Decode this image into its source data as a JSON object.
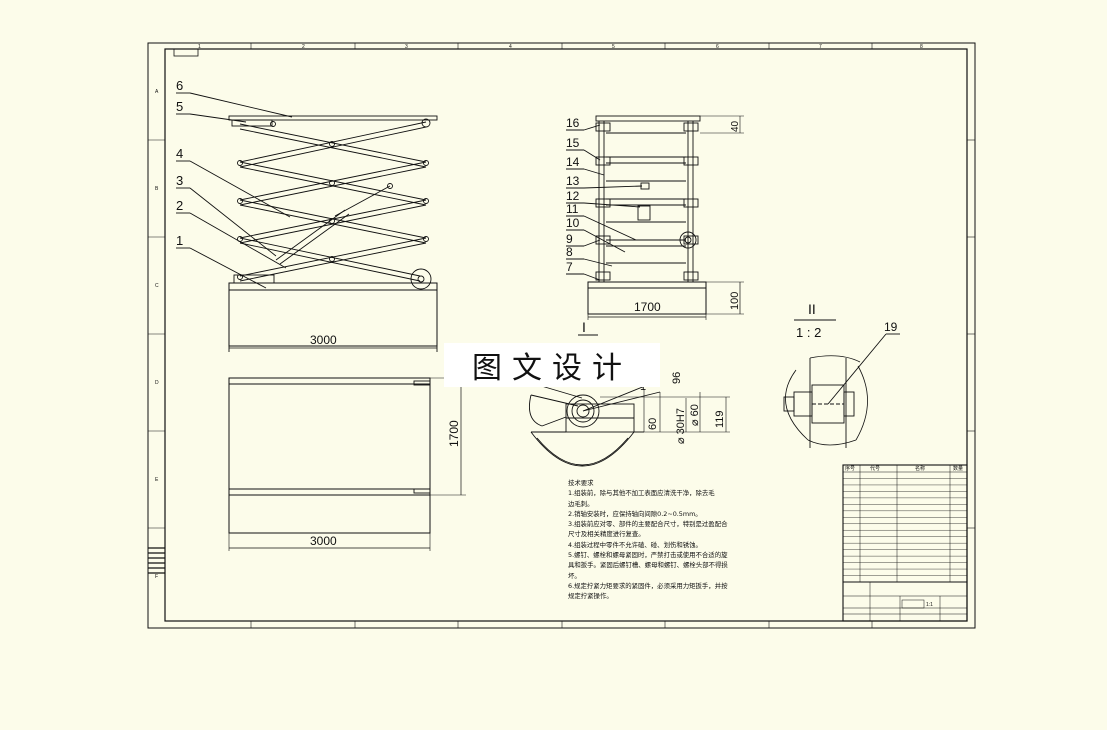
{
  "side_view": {
    "part_numbers": [
      "6",
      "5",
      "4",
      "3",
      "2",
      "1"
    ],
    "length_dimension": "3000"
  },
  "top_view": {
    "width_dimension": "1700",
    "length_dimension": "3000"
  },
  "end_view": {
    "part_numbers": [
      "16",
      "15",
      "14",
      "13",
      "12",
      "11",
      "10",
      "9",
      "8",
      "7"
    ],
    "width_dimension": "1700",
    "base_height_dimension": "100",
    "top_height_dimension": "40"
  },
  "detail_I": {
    "title": "I",
    "dim_96": "96",
    "dim_30h7": "⌀ 30H7",
    "dim_60_dia": "⌀ 60",
    "dim_60": "60",
    "dim_119": "119",
    "leader": "1"
  },
  "section_II": {
    "title": "II",
    "scale": "1 : 2",
    "part_number": "19"
  },
  "watermark": "图文设计",
  "technical_notes": {
    "heading": "技术要求",
    "lines": [
      "1.组装前，除与其他不加工表面应清洗干净，除去毛",
      "   边毛刺。",
      "2.销轴安装时，应保持轴向间隙0.2~0.5mm。",
      "3.组装前应对零、部件的主要配合尺寸，特别是过盈配合",
      "尺寸及相关精度进行复查。",
      "4.组装过程中零件不允许磕、碰、划伤和锈蚀。",
      "5.螺钉、螺栓和螺母紧固时，严禁打击或使用不合适的旋",
      "具和扳手。紧固后螺钉槽、螺母和螺钉、螺栓头部不得损",
      "坏。",
      "6.规定拧紧力矩要求的紧固件，必须采用力矩扳手，并按",
      "规定拧紧操作。"
    ]
  },
  "title_block": {
    "header_cells": [
      "序号",
      "代号",
      "名称",
      "数量"
    ],
    "scale_text": "1:1",
    "row_count": 17
  },
  "frame": {
    "column_zone_marks": [
      "1",
      "2",
      "3",
      "4",
      "5",
      "6",
      "7",
      "8"
    ],
    "row_zone_marks": [
      "A",
      "B",
      "C",
      "D",
      "E",
      "F"
    ]
  }
}
